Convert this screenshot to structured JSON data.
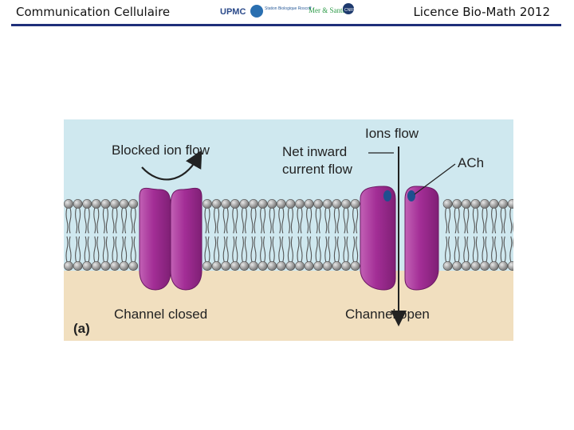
{
  "header": {
    "left_title": "Communication Cellulaire",
    "right_title": "Licence Bio-Math 2012",
    "logos": [
      "UPMC",
      "Station Biologique Roscoff",
      "Mer & Santé",
      "CNRS"
    ]
  },
  "figure": {
    "labels": {
      "blocked": "Blocked ion flow",
      "ions_flow": "Ions flow",
      "net_inward_1": "Net inward",
      "net_inward_2": "current flow",
      "ach": "ACh",
      "closed": "Channel closed",
      "open": "Channel open",
      "panel": "(a)"
    }
  },
  "colors": {
    "extracellular": "#cfe8ef",
    "intracellular": "#f1dfbf",
    "channel": "#a32e96",
    "header_rule": "#1f2f7a"
  }
}
